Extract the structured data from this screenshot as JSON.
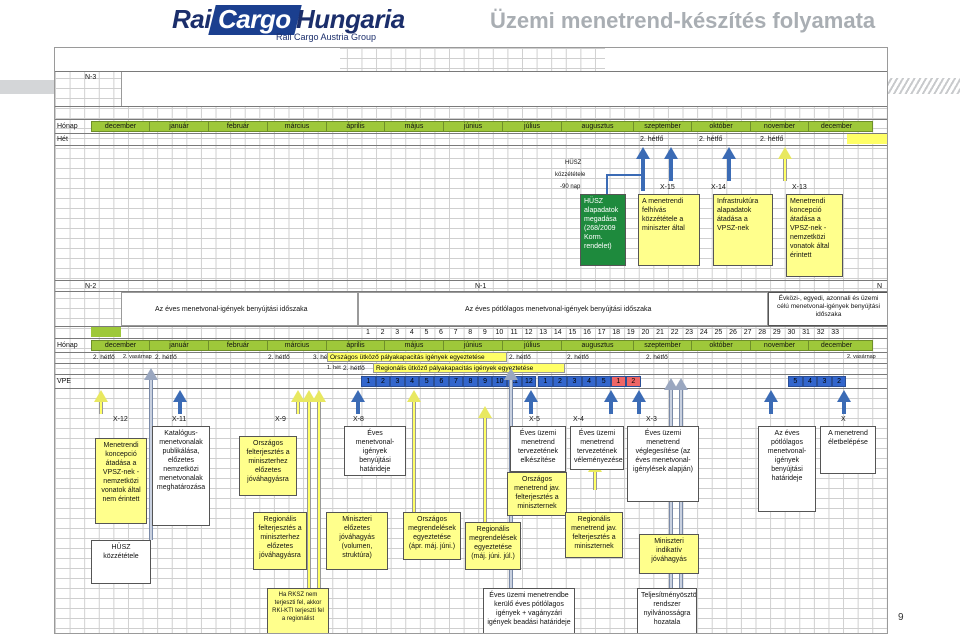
{
  "header": {
    "logo_rail": "Rail",
    "logo_cargo": "Cargo",
    "logo_hungaria": "Hungaria",
    "logo_sub": "Rail Cargo Austria Group",
    "title": "Üzemi menetrend-készítés folyamata",
    "page_number": "9"
  },
  "top": {
    "period": "N-3",
    "row_honap": "Hónap",
    "row_het": "Hét",
    "months": [
      "december",
      "január",
      "február",
      "március",
      "április",
      "május",
      "június",
      "július",
      "augusztus",
      "szeptember",
      "október",
      "november",
      "december"
    ],
    "weeks": [
      "2. hétfő",
      "2. hétfő",
      "2. hétfő"
    ],
    "husz_note": [
      "HÜSZ",
      "közzététele",
      "-90 nap"
    ],
    "x_labels": [
      "X-15",
      "X-14",
      "X-13"
    ],
    "box_green": "HÜSZ alapadatok megadása (268/2009 Korm. rendelet)",
    "box_felhivas": "A menetrendi felhívás közzététele a miniszter által",
    "box_infra": "Infrastruktúra alapadatok átadása a VPSZ-nek",
    "box_koncepcio": "Menetrendi koncepció átadása a VPSZ-nek - nemzetközi vonatok által érintett"
  },
  "bottom": {
    "periods": [
      "N-2",
      "N-1",
      "N"
    ],
    "section_annual": "Az éves menetvonal-igények benyújtási időszaka",
    "section_additional": "Az éves pótlólagos menetvonal-igények benyújtási időszaka",
    "section_adhoc": "Évközi-, egyedi, azonnali és üzemi célú menetvonal-igények benyújtási időszaka",
    "week_numbers": [
      "1",
      "2",
      "3",
      "4",
      "5",
      "6",
      "7",
      "8",
      "9",
      "10",
      "11",
      "12",
      "13",
      "14",
      "15",
      "16",
      "17",
      "18",
      "19",
      "20",
      "21",
      "22",
      "23",
      "24",
      "25",
      "26",
      "27",
      "28",
      "29",
      "30",
      "31",
      "32",
      "33"
    ],
    "row_honap": "Hónap",
    "months": [
      "december",
      "január",
      "február",
      "március",
      "április",
      "május",
      "június",
      "július",
      "augusztus",
      "szeptember",
      "október",
      "november",
      "december"
    ],
    "weeks_row1": [
      "2. hétfő",
      "2. vasárnap",
      "2. hétfő",
      "2. hétfő",
      "3. hét",
      "2. hétfő",
      "2. hétfő",
      "2. hétfő",
      "2. vasárnap"
    ],
    "weeks_row2": [
      "1. hét",
      "2. hétfő"
    ],
    "conflict_national": "Országos ütköző pályakapacitás igények egyeztetése",
    "conflict_regional": "Regionális ütköző pályakapacitás igények egyeztetése",
    "row_vpe": "VPE",
    "vpe_cells": [
      "1",
      "2",
      "3",
      "4",
      "5",
      "6",
      "7",
      "8",
      "9",
      "10",
      "11",
      "12",
      "1",
      "2",
      "3",
      "4",
      "5",
      "1",
      "2",
      "5",
      "4",
      "3",
      "2"
    ],
    "x_labels": [
      "X-12",
      "X-11",
      "X-9",
      "X-8",
      "X-5",
      "X-4",
      "X-3",
      "X"
    ],
    "boxes": {
      "koncepcio": "Menetrendi koncepció átadása a VPSZ-nek - nemzetközi vonatok által nem érintett",
      "katalogus": "Katalógus-menetvonalak publikálása, előzetes nemzetközi menetvonalak meghatározása",
      "orszagos_felterj": "Országos felterjesztés a miniszterhez előzetes jóváhagyásra",
      "regionalis_felterj": "Regionális felterjesztés a miniszterhez előzetes jóváhagyásra",
      "miniszteri_elozetes": "Miniszteri előzetes jóváhagyás (volumen, struktúra)",
      "eves_hatarido": "Éves menetvonal-igények benyújtási határideje",
      "orszagos_megrend": "Országos megrendelések egyeztetése (ápr. máj. júni.)",
      "regionalis_megrend": "Regionális megrendelések egyeztetése (máj. júni. júl.)",
      "eves_uzemi_tervezet": "Éves üzemi menetrend tervezetének elkészítése",
      "orszagos_menetrend": "Országos menetrend jav. felterjesztés a miniszternek",
      "vlemenyezes": "Éves üzemi menetrend tervezetének véleményezése",
      "regionalis_menetrend": "Regionális menetrend jav. felterjesztés a miniszternek",
      "vegleges": "Éves üzemi menetrend véglegesítése (az éves menetvonal-igénylések alapján)",
      "miniszteri_indikativ": "Miniszteri indikatív jóváhagyás",
      "potlolagos_hatarido": "Az éves pótlólagos menetvonal-igények benyújtási határideje",
      "eletbelepes": "A menetrend életbelépése",
      "husz_kozzetetel": "HÜSZ közzététele",
      "rksz_note": "Ha RKSZ nem terjeszti fel, akkor RKI-KTI terjeszti fel a regionálist",
      "eves_potlolagos_igenyek": "Éves üzemi menetrendbe kerülő éves pótlólagos igények + vagányzári igények beadási határideje",
      "teljesitmeny": "Teljesítményösztönző rendszer nyilvánosságra hozatala"
    }
  }
}
